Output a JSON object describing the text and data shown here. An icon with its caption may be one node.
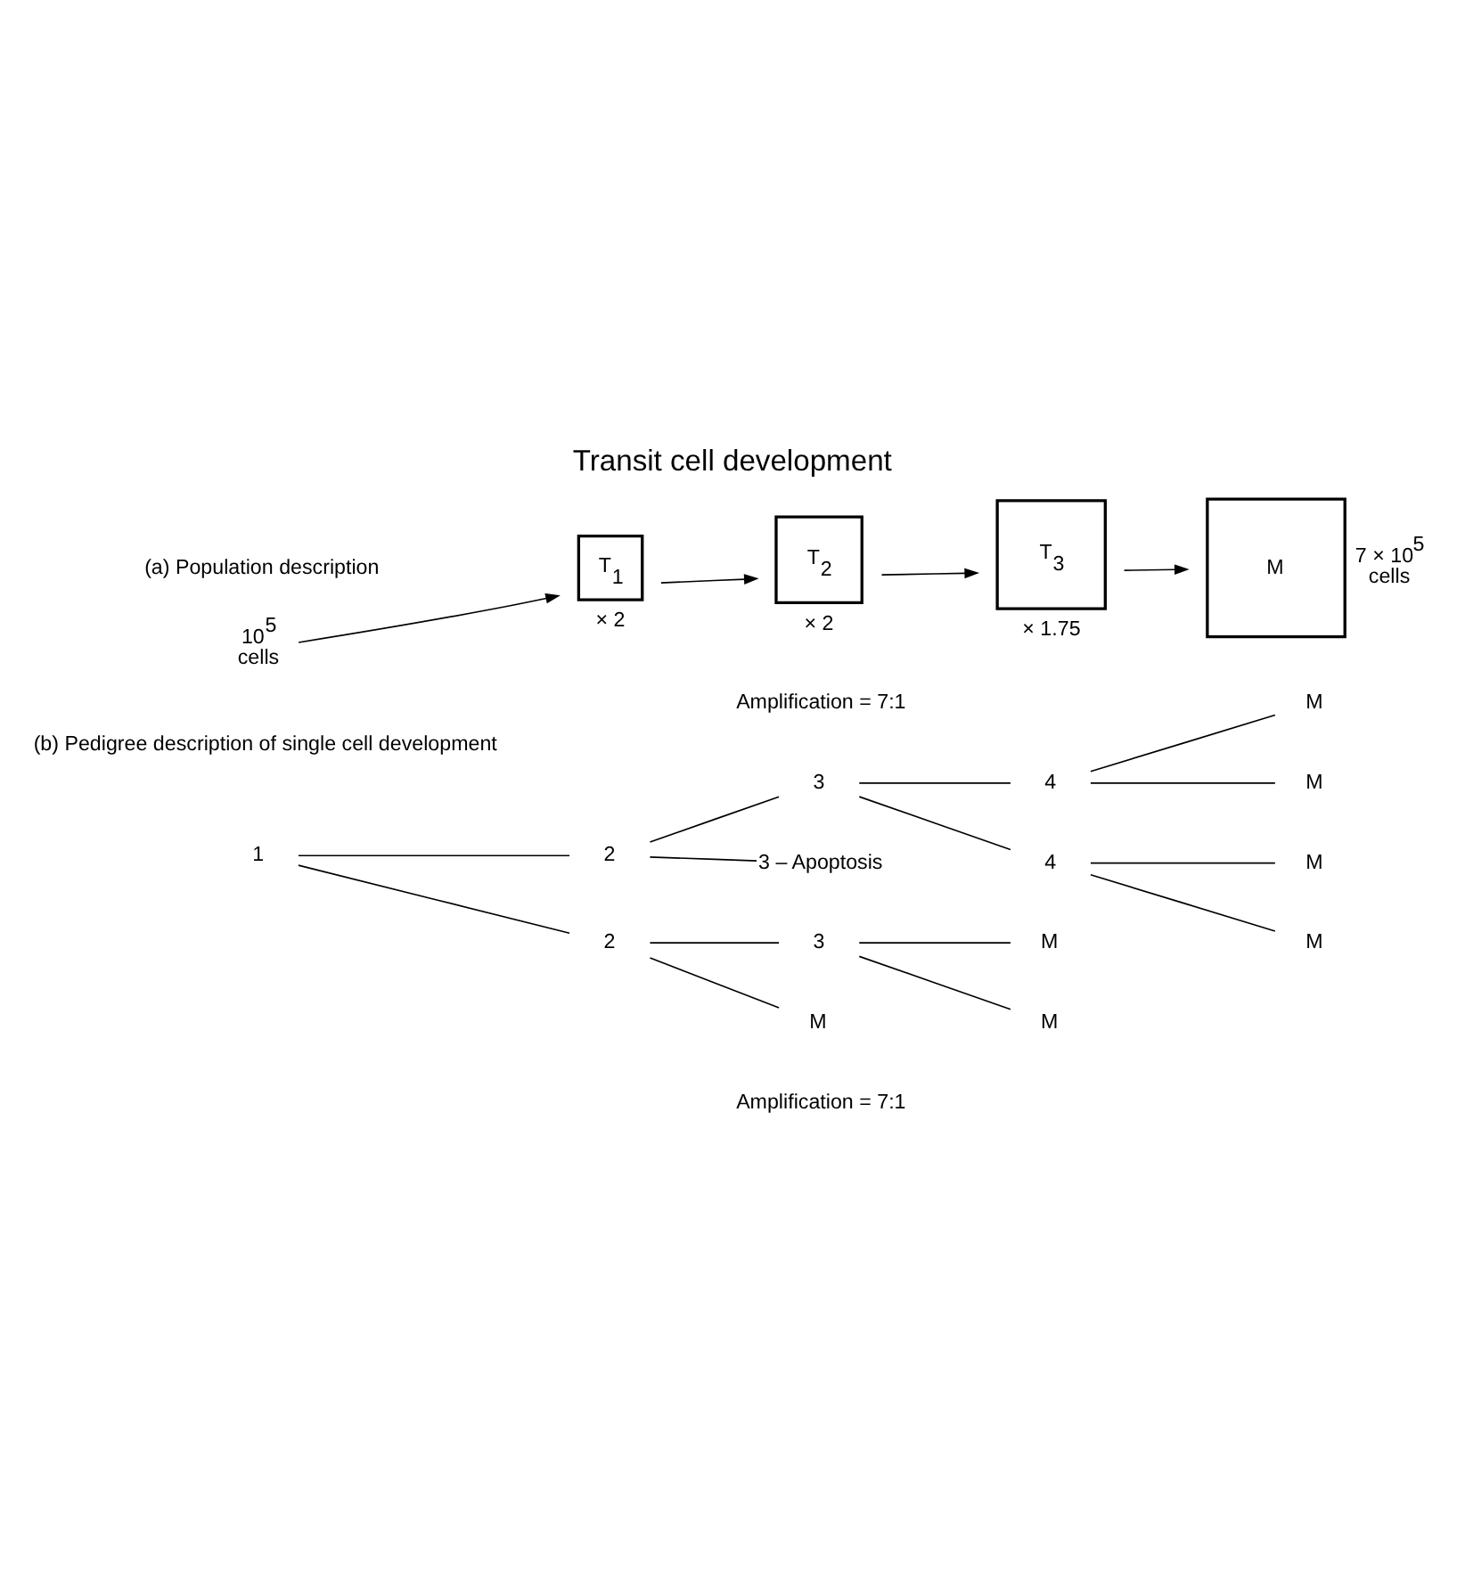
{
  "diagram": {
    "title": "Transit cell development",
    "nodes": [
      {
        "text": [
          "10$^{5}$ cells"
        ]
      },
      {
        "text": [
          "T$_{1}$"
        ],
        "beside": [
          "× 2"
        ]
      },
      {
        "text": [
          "T$_{2}$"
        ],
        "beside": [
          "× 2"
        ]
      },
      {
        "text": [
          "T$_{3}$"
        ],
        "beside": [
          "× 1.75"
        ]
      },
      {
        "text": [
          "M"
        ],
        "beside": [
          "7 × 10$^{5}$ cells"
        ]
      },
      {
        "text": [
          "1"
        ]
      },
      {
        "text": [
          "2"
        ]
      },
      {
        "text": [
          "2"
        ]
      },
      {
        "text": [
          "3"
        ]
      },
      {
        "text": [
          "3 – Apoptosis"
        ]
      },
      {
        "text": [
          "4"
        ]
      },
      {
        "text": [
          "4"
        ]
      },
      {
        "text": [
          "M"
        ]
      },
      {
        "text": [
          "M"
        ]
      },
      {
        "text": [
          "M"
        ]
      },
      {
        "text": [
          "M"
        ]
      },
      {
        "text": [
          "3"
        ]
      },
      {
        "text": [
          "M"
        ]
      },
      {
        "text": [
          "M"
        ]
      },
      {
        "text": [
          "M"
        ]
      }
    ],
    "edges": [
      {
        "from": 0,
        "to": 1,
        "arrow": "to"
      },
      {
        "from": 1,
        "to": 2,
        "arrow": "to"
      },
      {
        "from": 2,
        "to": 3,
        "arrow": "to"
      },
      {
        "from": 3,
        "to": 4,
        "arrow": "to"
      },
      {
        "from": 5,
        "to": 6,
        "arrow": "none"
      },
      {
        "from": 5,
        "to": 7,
        "arrow": "none"
      },
      {
        "from": 6,
        "to": 8,
        "arrow": "none"
      },
      {
        "from": 6,
        "to": 9,
        "arrow": "none"
      },
      {
        "from": 8,
        "to": 10,
        "arrow": "none"
      },
      {
        "from": 8,
        "to": 11,
        "arrow": "none"
      },
      {
        "from": 10,
        "to": 12,
        "arrow": "none"
      },
      {
        "from": 10,
        "to": 13,
        "arrow": "none"
      },
      {
        "from": 11,
        "to": 14,
        "arrow": "none"
      },
      {
        "from": 11,
        "to": 15,
        "arrow": "none"
      },
      {
        "from": 7,
        "to": 16,
        "arrow": "none"
      },
      {
        "from": 7,
        "to": 19,
        "arrow": "none"
      },
      {
        "from": 16,
        "to": 17,
        "arrow": "none"
      },
      {
        "from": 16,
        "to": 18,
        "arrow": "none"
      }
    ],
    "labels": [
      "(a) Population description",
      "Amplification = 7:1",
      "(b) Pedigree description of single cell development",
      "Amplification = 7:1"
    ]
  }
}
